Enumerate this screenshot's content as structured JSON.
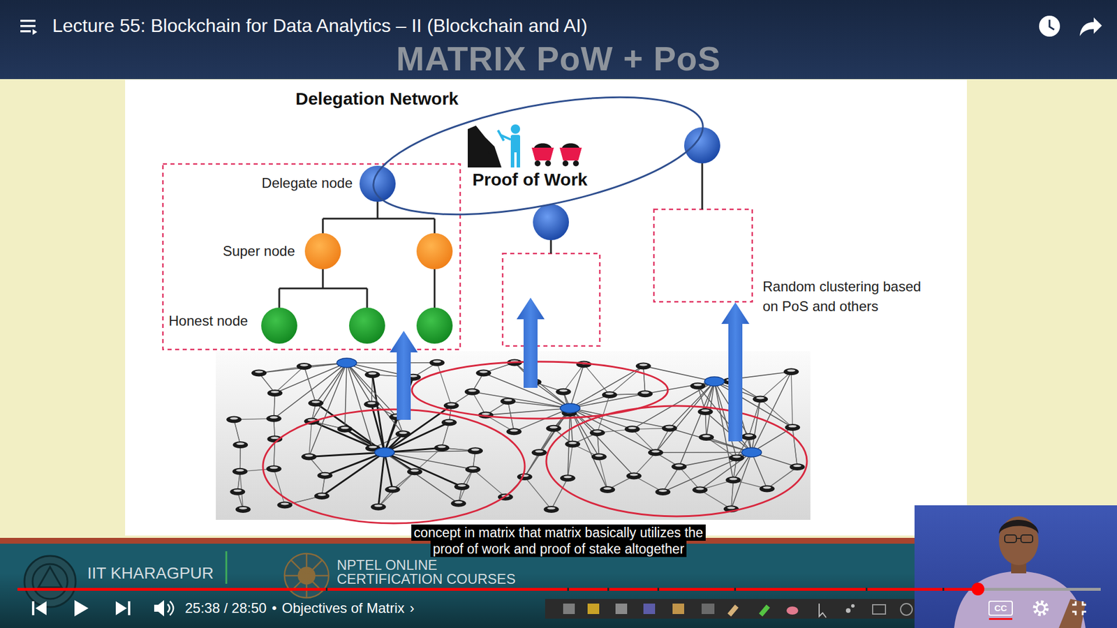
{
  "diagram": {
    "title": "MATRIX PoW + PoS",
    "caption": "concept in matrix that matrix basically utilizes the proof of work and proof of stake altogether",
    "nodes": [
      {
        "text": [
          "Delegation Network",
          "Proof of Work"
        ]
      }
    ],
    "labels": [
      "Lecture 55: Blockchain for Data Analytics – II (Blockchain and AI)",
      "Delegate node",
      "Super node",
      "Honest node",
      "Random clustering based on PoS and others",
      "IIT KHARAGPUR",
      "NPTEL ONLINE CERTIFICATION COURSES",
      "25:38 / 28:50",
      "•",
      "Objectives of Matrix",
      "›",
      "CC"
    ]
  }
}
